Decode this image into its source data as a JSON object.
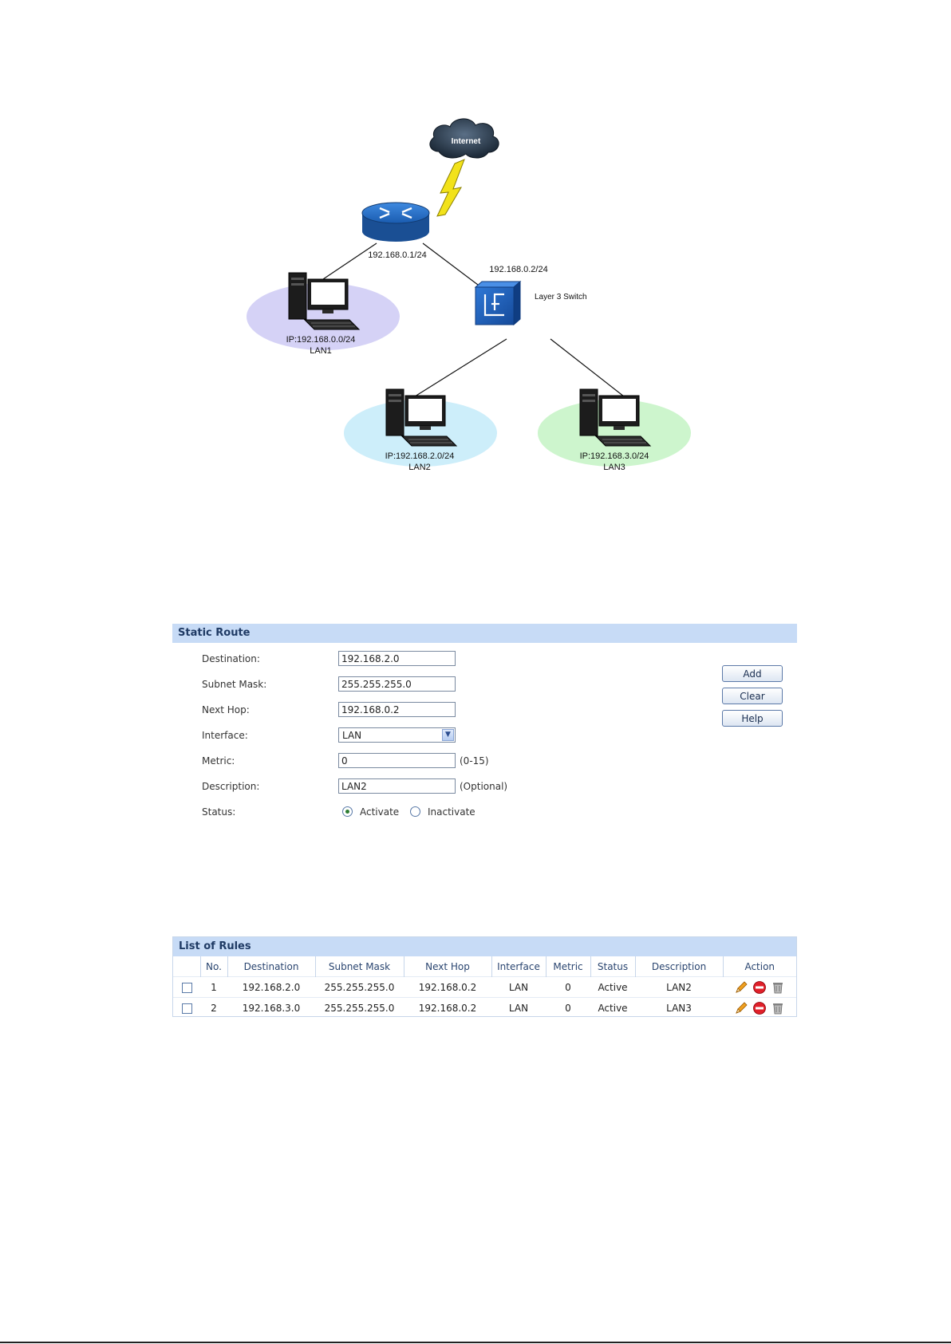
{
  "topology": {
    "internet_label": "Internet",
    "router_ip": "192.168.0.1/24",
    "switch_ip": "192.168.0.2/24",
    "switch_label": "Layer 3 Switch",
    "lans": [
      {
        "ip": "IP:192.168.0.0/24",
        "name": "LAN1",
        "color": "#d5d2f6"
      },
      {
        "ip": "IP:192.168.2.0/24",
        "name": "LAN2",
        "color": "#cdeefa"
      },
      {
        "ip": "IP:192.168.3.0/24",
        "name": "LAN3",
        "color": "#cdf5cd"
      }
    ]
  },
  "static_route": {
    "title": "Static Route",
    "fields": {
      "destination": {
        "label": "Destination:",
        "value": "192.168.2.0"
      },
      "subnet_mask": {
        "label": "Subnet Mask:",
        "value": "255.255.255.0"
      },
      "next_hop": {
        "label": "Next Hop:",
        "value": "192.168.0.2"
      },
      "interface": {
        "label": "Interface:",
        "value": "LAN"
      },
      "metric": {
        "label": "Metric:",
        "value": "0",
        "hint": "(0-15)"
      },
      "description": {
        "label": "Description:",
        "value": "LAN2",
        "hint": "(Optional)"
      },
      "status": {
        "label": "Status:",
        "options": [
          "Activate",
          "Inactivate"
        ],
        "selected": "Activate"
      }
    },
    "buttons": {
      "add": "Add",
      "clear": "Clear",
      "help": "Help"
    }
  },
  "rules": {
    "title": "List of Rules",
    "columns": [
      "",
      "No.",
      "Destination",
      "Subnet Mask",
      "Next Hop",
      "Interface",
      "Metric",
      "Status",
      "Description",
      "Action"
    ],
    "rows": [
      {
        "no": "1",
        "destination": "192.168.2.0",
        "subnet_mask": "255.255.255.0",
        "next_hop": "192.168.0.2",
        "interface": "LAN",
        "metric": "0",
        "status": "Active",
        "description": "LAN2"
      },
      {
        "no": "2",
        "destination": "192.168.3.0",
        "subnet_mask": "255.255.255.0",
        "next_hop": "192.168.0.2",
        "interface": "LAN",
        "metric": "0",
        "status": "Active",
        "description": "LAN3"
      }
    ]
  },
  "colors": {
    "panel_header": "#c7dbf6",
    "router_blue": "#1f63b4",
    "switch_blue": "#1a56a8",
    "lightning": "#f2e21a"
  }
}
